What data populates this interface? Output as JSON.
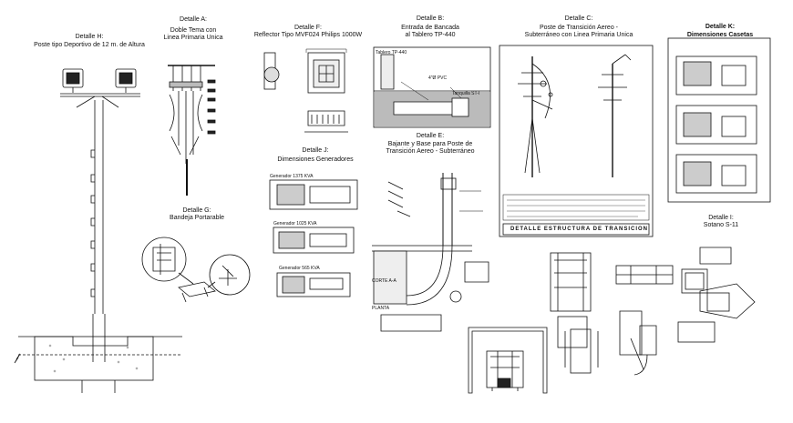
{
  "details": {
    "h": {
      "title": "Detalle H:",
      "desc": "Poste tipo Deportivo de 12 m. de Altura"
    },
    "a": {
      "title": "Detalle A:",
      "line1": "Doble Tema con",
      "line2": "Linea Primaria Unica"
    },
    "f": {
      "title": "Detalle F:",
      "desc": "Reflector Tipo MVF024 Philips 1000W"
    },
    "b": {
      "title": "Detalle B:",
      "line1": "Entrada de Bancada",
      "line2": "al Tablero TP-440",
      "tag1": "Tablero TP-440",
      "tag2": "Tanquilla ST-I",
      "tag3": "4\"Ø PVC"
    },
    "c": {
      "title": "Detalle C:",
      "line1": "Poste de Transición Aereo -",
      "line2": "Subterráneo con Linea Primaria Unica",
      "banner": "DETALLE ESTRUCTURA DE TRANSICION"
    },
    "k": {
      "title": "Detalle K:",
      "desc": "Dimensiones Casetas"
    },
    "g": {
      "title": "Detalle G:",
      "desc": "Bandeja Portarable"
    },
    "j": {
      "title": "Detalle J:",
      "desc": "Dimensiones Generadores",
      "gen1": "Generador 1375 KVA",
      "gen2": "Generador 1025 KVA",
      "gen3": "Generador 565 KVA"
    },
    "e": {
      "title": "Detalle E:",
      "line1": "Bajante y Base para Poste de",
      "line2": "Transición Aereo - Subterráneo",
      "corte": "CORTE A-A",
      "planta": "PLANTA"
    },
    "i": {
      "title": "Detalle I:",
      "desc": "Sotano S-11"
    }
  },
  "colors": {
    "line": "#111111",
    "hatch": "#555555",
    "fill": "#dddddd"
  }
}
